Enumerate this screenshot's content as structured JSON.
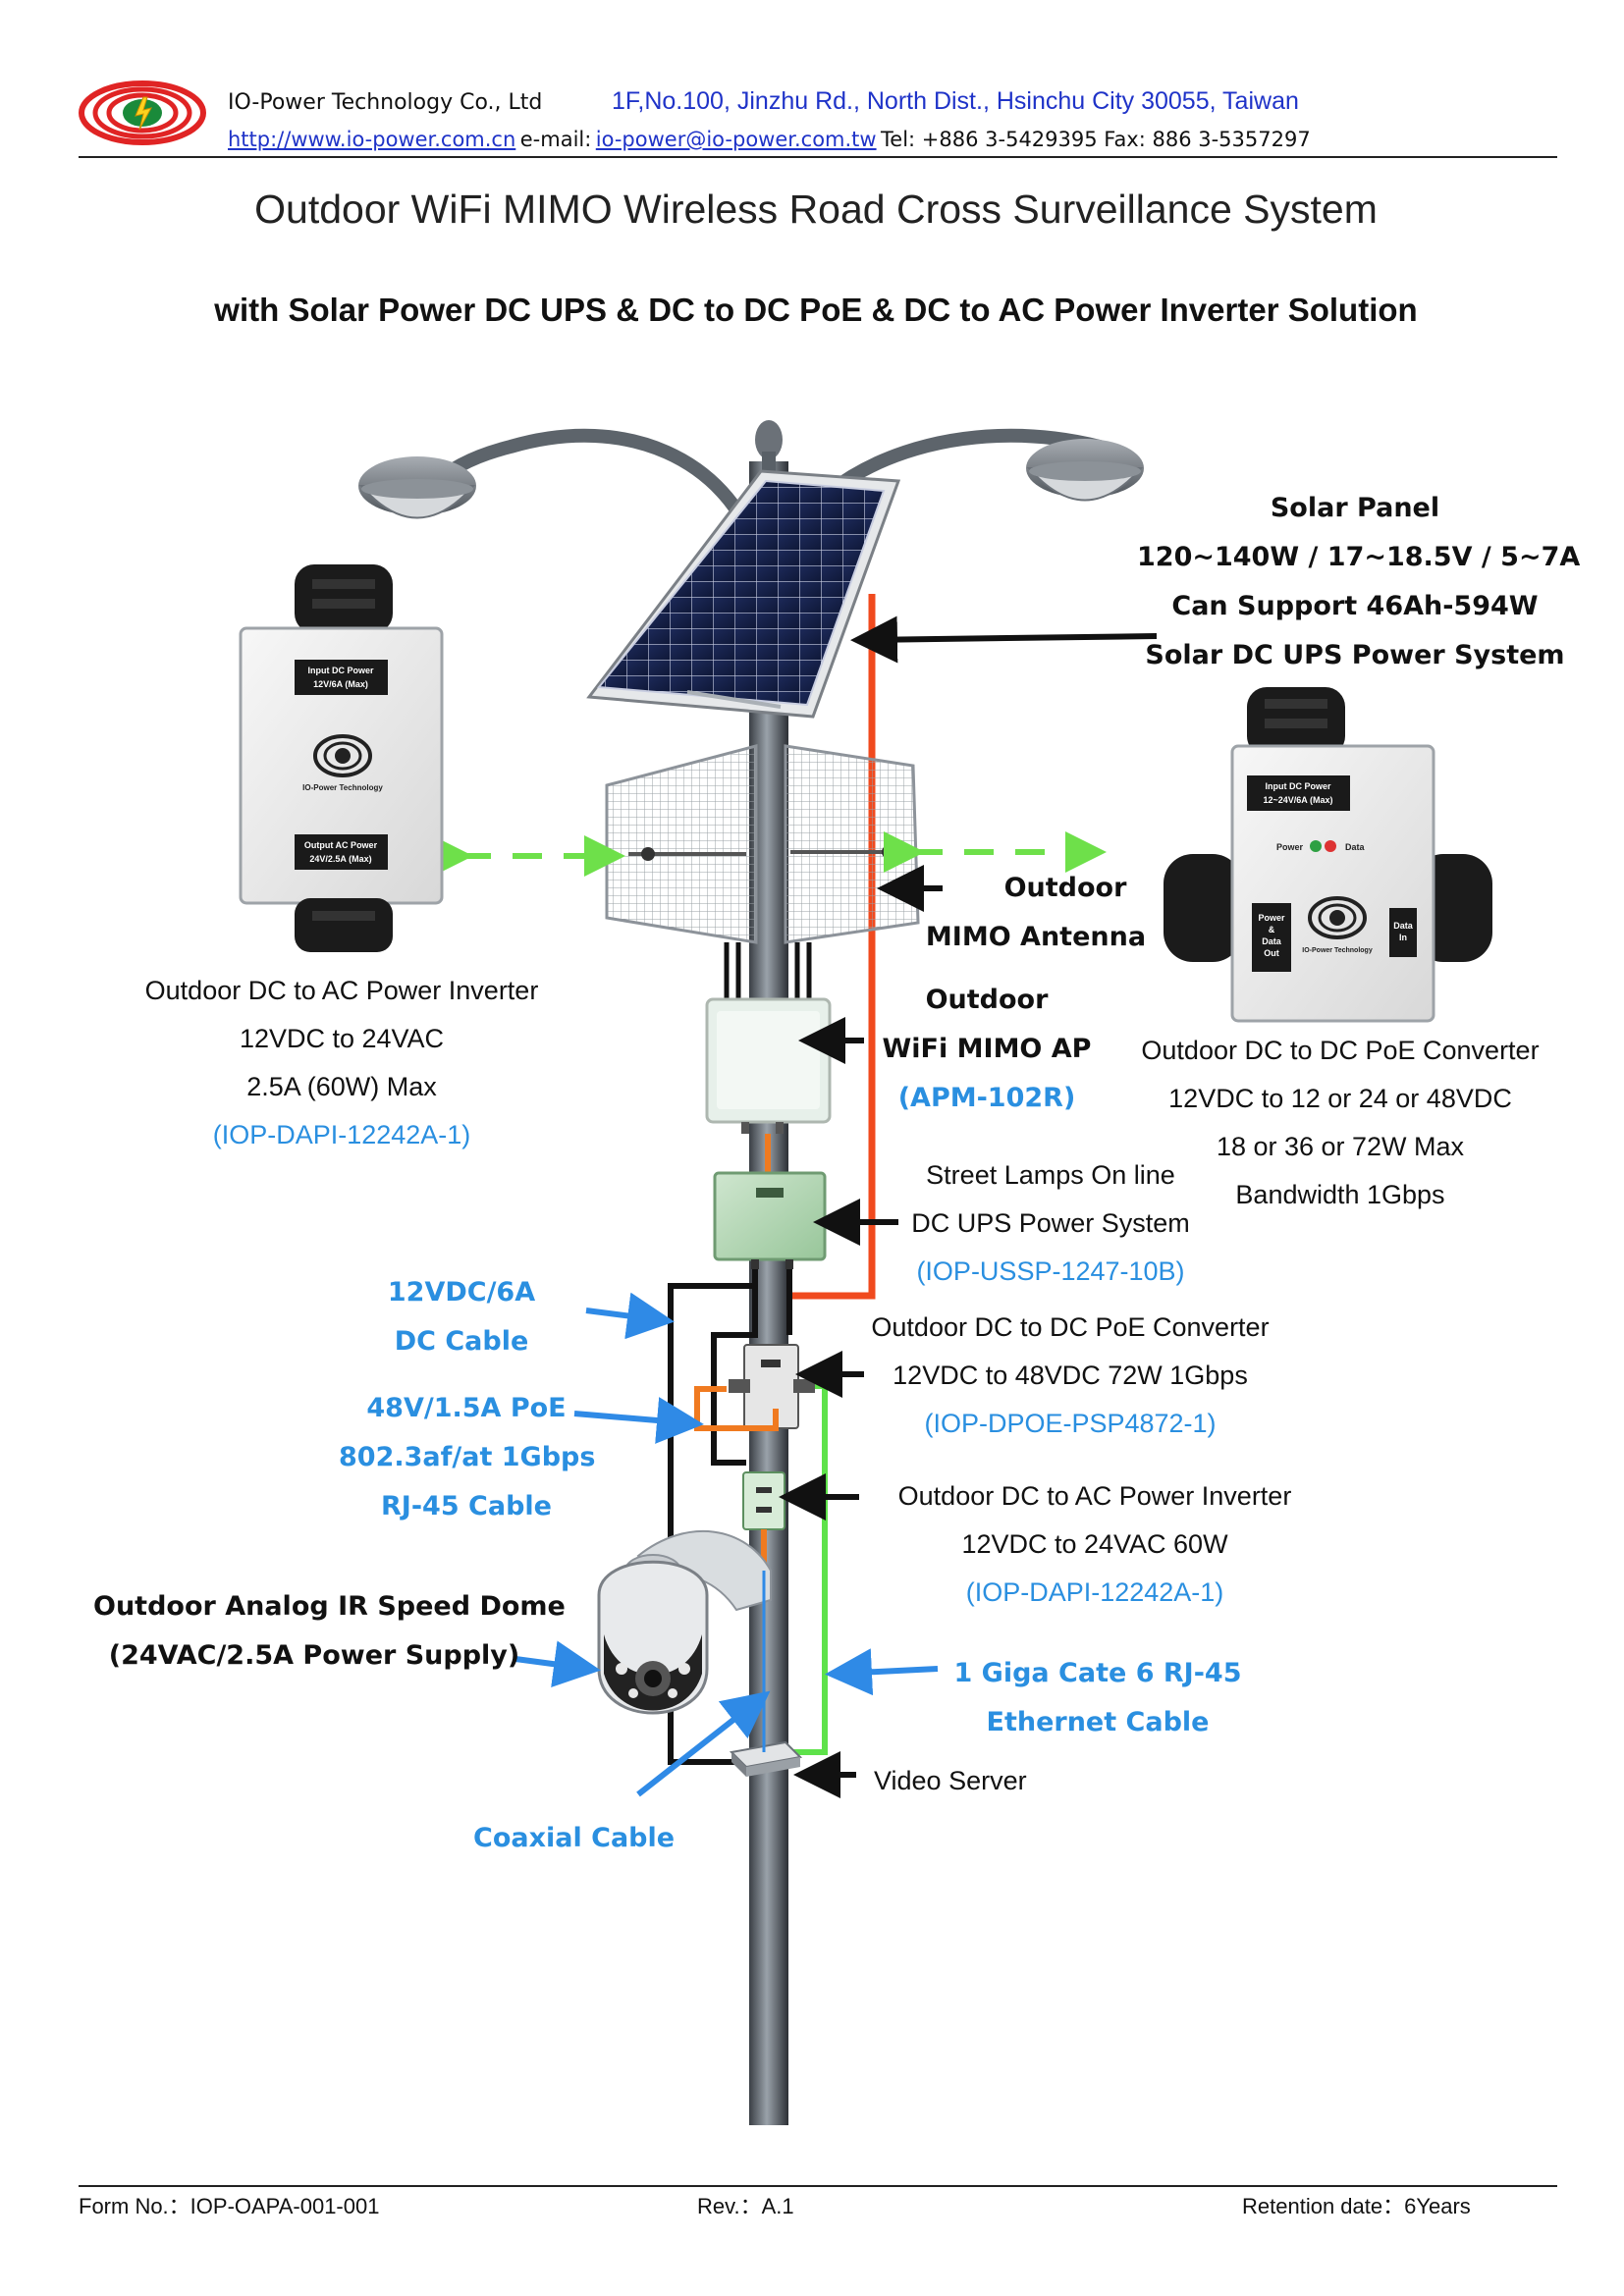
{
  "header": {
    "company": "IO-Power Technology Co., Ltd",
    "address": "1F,No.100, Jinzhu Rd., North Dist., Hsinchu City 30055, Taiwan",
    "website": "http://www.io-power.com.cn",
    "email_label": "e-mail:",
    "email": "io-power@io-power.com.tw",
    "phone_fax": "Tel: +886 3-5429395 Fax: 886 3-5357297"
  },
  "title": "Outdoor WiFi MIMO Wireless Road Cross Surveillance System",
  "subtitle": "with Solar Power DC UPS & DC to DC PoE & DC to AC Power Inverter Solution",
  "labels": {
    "solar": [
      "Solar Panel",
      "120~140W / 17~18.5V / 5~7A",
      "Can Support 46Ah-594W",
      "Solar DC UPS Power System"
    ],
    "inverter_left": [
      "Outdoor DC to AC Power Inverter",
      "12VDC to 24VAC",
      "2.5A (60W) Max"
    ],
    "inverter_left_model": "(IOP-DAPI-12242A-1)",
    "antenna": [
      "Outdoor",
      "MIMO Antenna"
    ],
    "wifi_ap": [
      "Outdoor",
      "WiFi MIMO AP"
    ],
    "wifi_ap_model": "(APM-102R)",
    "poe_right": [
      "Outdoor DC to DC PoE Converter",
      "12VDC to 12 or 24 or 48VDC",
      "18 or 36 or 72W Max",
      "Bandwidth 1Gbps"
    ],
    "ups": [
      "Street Lamps On line",
      "DC UPS Power System"
    ],
    "ups_model": "(IOP-USSP-1247-10B)",
    "dc_cable": [
      "12VDC/6A",
      "DC Cable"
    ],
    "poe_converter": [
      "Outdoor DC to DC PoE Converter",
      "12VDC to 48VDC 72W 1Gbps"
    ],
    "poe_converter_model": "(IOP-DPOE-PSP4872-1)",
    "poe_cable": [
      "48V/1.5A PoE",
      "802.3af/at 1Gbps",
      "RJ-45 Cable"
    ],
    "inverter_small": [
      "Outdoor DC to AC Power Inverter",
      "12VDC to 24VAC 60W"
    ],
    "inverter_small_model": "(IOP-DAPI-12242A-1)",
    "dome": [
      "Outdoor Analog IR Speed Dome",
      "(24VAC/2.5A Power Supply)"
    ],
    "ethernet": [
      "1 Giga Cate 6 RJ-45",
      "Ethernet Cable"
    ],
    "video_server": "Video Server",
    "coax": "Coaxial Cable"
  },
  "device_text": {
    "left_box_top": [
      "Input DC Power",
      "12V/6A (Max)"
    ],
    "left_box_bottom": [
      "Output AC Power",
      "24V/2.5A (Max)"
    ],
    "left_box_brand": "IO-Power Technology",
    "right_box_top": [
      "Input DC Power",
      "12~24V/6A (Max)"
    ],
    "right_box_leds": [
      "Power",
      "Data"
    ],
    "right_box_port_left": [
      "Power",
      "&",
      "Data",
      "Out"
    ],
    "right_box_port_right": [
      "Data",
      "In"
    ],
    "right_box_brand": "IO-Power Technology"
  },
  "colors": {
    "blue_text": "#2a8fe0",
    "link_blue": "#1f33c8",
    "red_cable": "#f04a1e",
    "green_cable": "#5ee24a",
    "orange_cable": "#f07a20",
    "arrow_black": "#111111",
    "arrow_blue": "#2f8ae6",
    "dash_green": "#6ee04a"
  },
  "footer": {
    "form_no": "Form No.：IOP-OAPA-001-001",
    "rev": "Rev.：A.1",
    "retention": "Retention date：6Years"
  }
}
